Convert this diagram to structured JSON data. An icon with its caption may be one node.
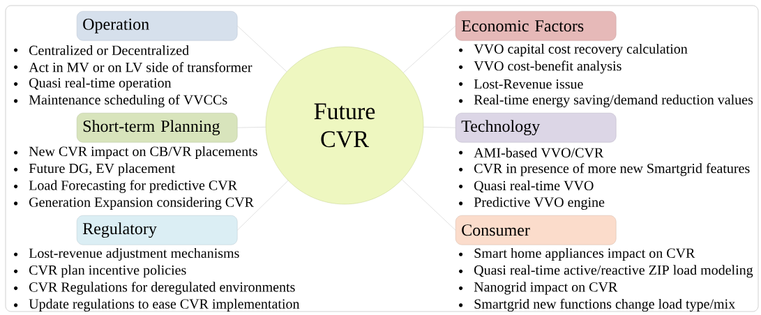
{
  "diagram": {
    "nodes": [
      {
        "text": [
          "Operation"
        ],
        "beside": [
          "Centralized or Decentralized",
          "Act in MV or on LV side of transformer",
          "Quasi real-time operation",
          "Maintenance scheduling of VVCCs"
        ]
      },
      {
        "text": [
          "Economic Factors"
        ],
        "beside": [
          "VVO capital cost recovery calculation",
          "VVO cost-benefit analysis",
          "Lost-Revenue issue",
          "Real-time energy saving/demand reduction values"
        ]
      },
      {
        "text": [
          "Future CVR"
        ]
      },
      {
        "text": [
          "Short-term Planning"
        ],
        "beside": [
          "New CVR impact on CB/VR placements",
          "Future DG, EV placement",
          "Load Forecasting for predictive CVR",
          "Generation Expansion considering CVR"
        ]
      },
      {
        "text": [
          "Technology"
        ],
        "beside": [
          "AMI-based VVO/CVR",
          "CVR in presence of more new Smartgrid features",
          "Quasi real-time VVO",
          "Predictive VVO engine"
        ]
      },
      {
        "text": [
          "Regulatory"
        ],
        "beside": [
          "Lost-revenue adjustment mechanisms",
          "CVR plan incentive policies",
          "CVR Regulations for deregulated environments",
          "Update regulations to ease CVR implementation"
        ]
      },
      {
        "text": [
          "Consumer"
        ],
        "beside": [
          "Smart home appliances impact on CVR",
          "Quasi real-time active/reactive ZIP load modeling",
          "Nanogrid impact on CVR",
          "Smartgrid new functions change load type/mix"
        ]
      }
    ],
    "edges": [
      {
        "from": 2,
        "to": 0,
        "arrow": "none"
      },
      {
        "from": 2,
        "to": 1,
        "arrow": "none"
      },
      {
        "from": 2,
        "to": 3,
        "arrow": "none"
      },
      {
        "from": 2,
        "to": 4,
        "arrow": "none"
      },
      {
        "from": 2,
        "to": 5,
        "arrow": "none"
      },
      {
        "from": 2,
        "to": 6,
        "arrow": "none"
      }
    ]
  }
}
